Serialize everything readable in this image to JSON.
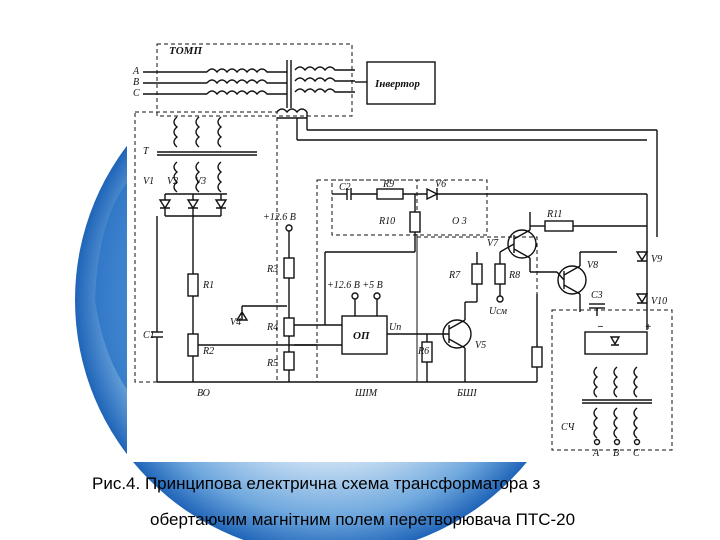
{
  "caption": {
    "line1": "Рис.4. Принципова електрична схема трансформатора з",
    "line2": "обертаючим магнітним полем перетворювача ПТС-20"
  },
  "schematic": {
    "block_tomp": "ТОМП",
    "block_invertor": "Інвертор",
    "phase_a": "A",
    "phase_b": "B",
    "phase_c": "C",
    "transformer_t": "T",
    "v1": "V1",
    "v2": "V2",
    "v3": "V3",
    "r1": "R1",
    "r2": "R2",
    "r3": "R3",
    "r4": "R4",
    "r5": "R5",
    "r6": "R6",
    "r7": "R7",
    "r8": "R8",
    "r9": "R9",
    "r10": "R10",
    "r11": "R11",
    "c1": "C1",
    "c2": "C2",
    "c3": "C3",
    "v4": "V4",
    "v5": "V5",
    "v6": "V6",
    "v7": "V7",
    "v8": "V8",
    "v9": "V9",
    "v10": "V10",
    "oz": "O 3",
    "supply_126": "+12.6 B",
    "supply_126_5": "+12.6 B  +5 B",
    "op_amp": "ОП",
    "un": "Uп",
    "ucm": "Uсм",
    "block_bo": "ВО",
    "block_shim": "ШІМ",
    "block_bshi": "БШІ",
    "block_sch": "СЧ",
    "out_a": "A",
    "out_b": "B",
    "out_c": "C",
    "plus": "+",
    "minus": "−"
  },
  "colors": {
    "background": "#ffffff",
    "globe_dark": "#1f64b8",
    "globe_light": "#e8f2fb",
    "line": "#111111"
  }
}
